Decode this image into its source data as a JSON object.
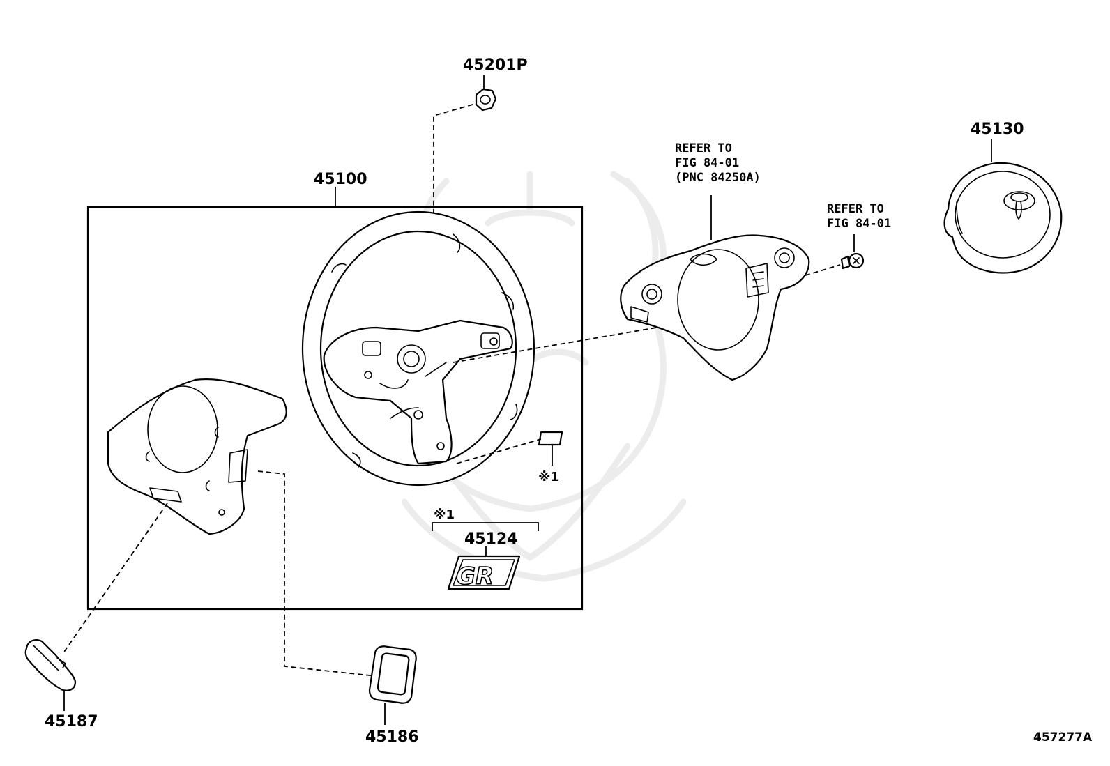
{
  "parts": {
    "nut": "45201P",
    "steering_wheel_assy": "45100",
    "airbag_pad": "45130",
    "lower_cover": "45187",
    "bezel": "45186",
    "emblem": "45124"
  },
  "notes": {
    "switch_ref_line1": "REFER TO",
    "switch_ref_line2": "FIG 84-01",
    "switch_ref_line3": "(PNC 84250A)",
    "screw_ref_line1": "REFER TO",
    "screw_ref_line2": "FIG 84-01",
    "footnote_marker_wheel": "※1",
    "footnote_marker_emblem": "※1"
  },
  "emblem_text": "GR",
  "illustration_id": "457277A"
}
